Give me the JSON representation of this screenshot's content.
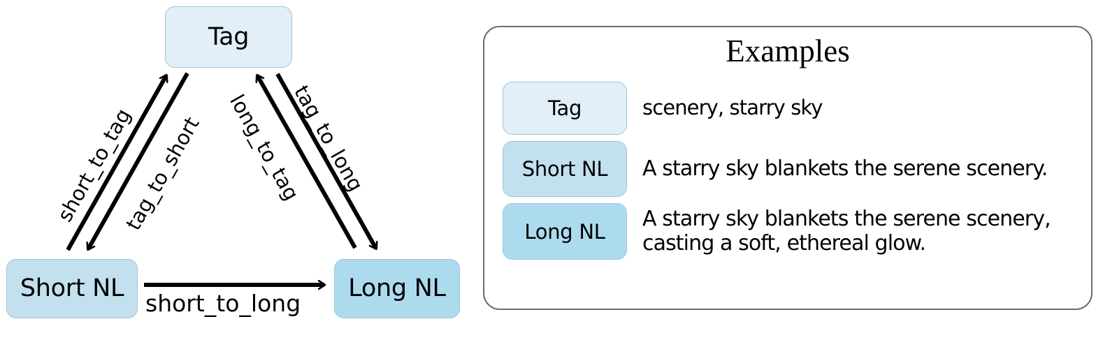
{
  "diagram": {
    "nodes": [
      {
        "id": "tag",
        "label": "Tag",
        "color": "#e2eff8"
      },
      {
        "id": "short",
        "label": "Short NL",
        "color": "#c3e0ef"
      },
      {
        "id": "long",
        "label": "Long NL",
        "color": "#addbee"
      }
    ],
    "edges": [
      {
        "id": "short_to_tag",
        "label": "short_to_tag",
        "from": "short",
        "to": "tag"
      },
      {
        "id": "tag_to_short",
        "label": "tag_to_short",
        "from": "tag",
        "to": "short"
      },
      {
        "id": "long_to_tag",
        "label": "long_to_tag",
        "from": "long",
        "to": "tag"
      },
      {
        "id": "tag_to_long",
        "label": "tag_to_long",
        "from": "tag",
        "to": "long"
      },
      {
        "id": "short_to_long",
        "label": "short_to_long",
        "from": "short",
        "to": "long"
      }
    ],
    "edge_color": "#000000",
    "node_border_color": "#9fc4da"
  },
  "examples": {
    "title": "Examples",
    "border_color": "#6f6b6b",
    "rows": [
      {
        "chip": "Tag",
        "chip_color": "#e2eff8",
        "text": "scenery, starry sky"
      },
      {
        "chip": "Short NL",
        "chip_color": "#c3e0ef",
        "text": "A starry sky blankets the serene scenery."
      },
      {
        "chip": "Long NL",
        "chip_color": "#addbee",
        "text": "A starry sky blankets the serene scenery, casting a soft, ethereal glow."
      }
    ]
  }
}
